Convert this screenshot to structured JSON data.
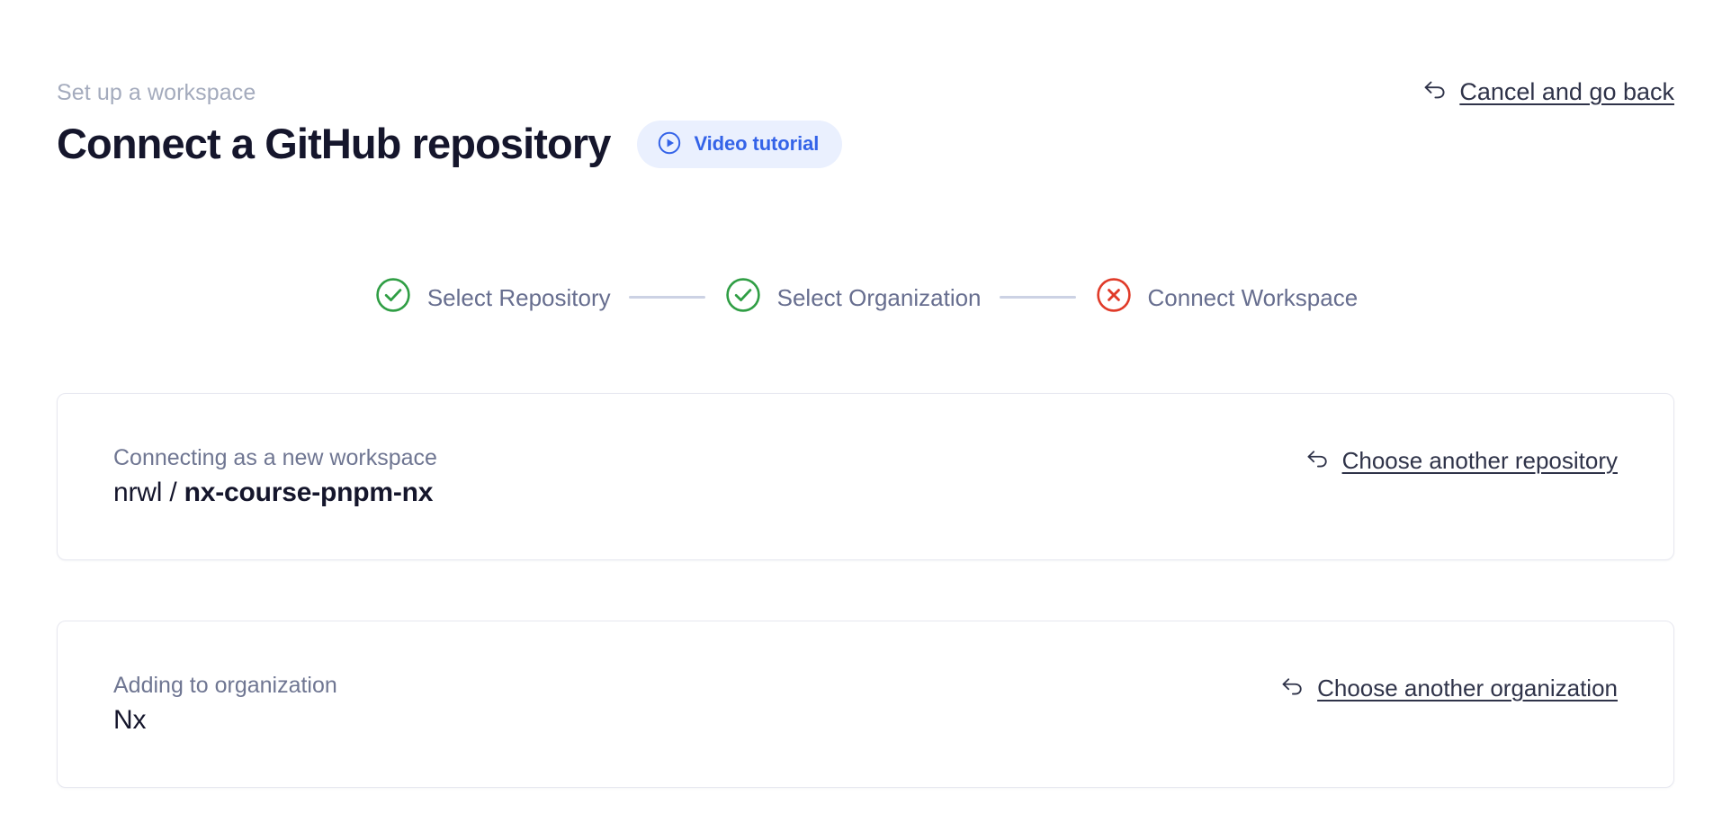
{
  "header": {
    "eyebrow": "Set up a workspace",
    "title": "Connect a GitHub repository",
    "video_badge": {
      "label": "Video tutorial",
      "icon": "play-circle-icon",
      "bg_color": "#eaf0fe",
      "text_color": "#3463e8"
    },
    "cancel_link": {
      "label": "Cancel and go back",
      "icon": "undo-arrow-icon"
    }
  },
  "stepper": {
    "steps": [
      {
        "label": "Select Repository",
        "state": "complete",
        "icon": "check-circle-icon",
        "color": "#2f9e44"
      },
      {
        "label": "Select Organization",
        "state": "complete",
        "icon": "check-circle-icon",
        "color": "#2f9e44"
      },
      {
        "label": "Connect Workspace",
        "state": "error",
        "icon": "x-circle-icon",
        "color": "#e03a28"
      }
    ],
    "connector_color": "#ccd2e4",
    "label_color": "#676e8f"
  },
  "cards": [
    {
      "caption": "Connecting as a new workspace",
      "owner": "nrwl",
      "separator": " / ",
      "repo": "nx-course-pnpm-nx",
      "action": {
        "label": "Choose another repository",
        "icon": "undo-arrow-icon"
      }
    },
    {
      "caption": "Adding to organization",
      "value": "Nx",
      "action": {
        "label": "Choose another organization",
        "icon": "undo-arrow-icon"
      }
    }
  ]
}
